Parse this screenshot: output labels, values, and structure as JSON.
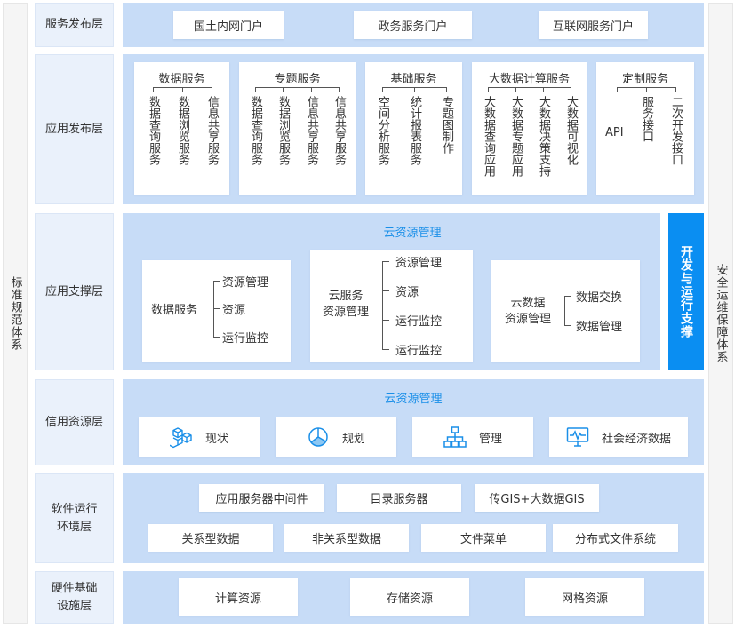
{
  "left_side": "标准规范体系",
  "right_side": "安全运维保障体系",
  "dev_bar": "开发与运行支撑",
  "layers": {
    "service_publish": {
      "label": "服务发布层",
      "portals": [
        "国土内网门户",
        "政务服务门户",
        "互联网服务门户"
      ]
    },
    "app_publish": {
      "label": "应用发布层",
      "groups": [
        {
          "title": "数据服务",
          "cols": [
            "数据查询服务",
            "数据浏览服务",
            "信息共享服务"
          ]
        },
        {
          "title": "专题服务",
          "cols": [
            "数据查询服务",
            "数据浏览服务",
            "信息共享服务",
            "信息共享服务"
          ]
        },
        {
          "title": "基础服务",
          "cols": [
            "空间分析服务",
            "统计报表服务",
            "专题图制作"
          ]
        },
        {
          "title": "大数据计算服务",
          "cols": [
            "大数据查询应用",
            "大数据专题应用",
            "大数据决策支持",
            "大数据可视化"
          ]
        },
        {
          "title": "定制服务",
          "cols": [
            "API",
            "服务接口",
            "二次开发接口"
          ]
        }
      ]
    },
    "app_support": {
      "label": "应用支撑层",
      "title": "云资源管理",
      "modules": [
        {
          "name": "数据服务",
          "items": [
            "资源管理",
            "资源",
            "运行监控"
          ]
        },
        {
          "name_l1": "云服务",
          "name_l2": "资源管理",
          "items": [
            "资源管理",
            "资源",
            "运行监控",
            "运行监控"
          ]
        },
        {
          "name_l1": "云数据",
          "name_l2": "资源管理",
          "items": [
            "数据交换",
            "数据管理"
          ]
        }
      ]
    },
    "credit_resource": {
      "label": "信用资源层",
      "title": "云资源管理",
      "cards": [
        {
          "label": "现状",
          "icon": "cubes-icon"
        },
        {
          "label": "规划",
          "icon": "pie-chart-icon"
        },
        {
          "label": "管理",
          "icon": "org-tree-icon"
        },
        {
          "label": "社会经济数据",
          "icon": "monitor-pulse-icon"
        }
      ]
    },
    "software_env": {
      "label_l1": "软件运行",
      "label_l2": "环境层",
      "row1": [
        "应用服务器中间件",
        "目录服务器",
        "传GIS+大数据GIS"
      ],
      "row2": [
        "关系型数据",
        "非关系型数据",
        "文件菜单",
        "分布式文件系统"
      ]
    },
    "hardware": {
      "label_l1": "硬件基础",
      "label_l2": "设施层",
      "items": [
        "计算资源",
        "存储资源",
        "网格资源"
      ]
    }
  },
  "colors": {
    "band": "#c7dcf7",
    "accent": "#0a8ef2",
    "title_blue": "#1a8fe8"
  }
}
